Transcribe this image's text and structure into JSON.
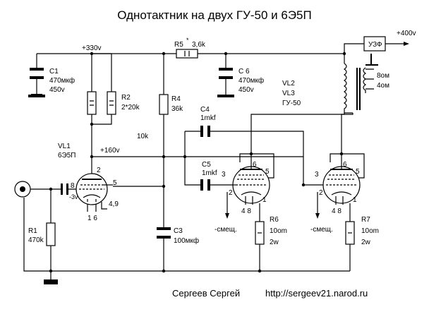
{
  "title": "Однотактник на двух ГУ-50 и 6Э5П",
  "footer": {
    "author": "Сергеев Сергей",
    "url": "http://sergeev21.narod.ru"
  },
  "rails": {
    "b330": "+330v",
    "b400": "+400v",
    "b160": "+160v",
    "bias_vl1": "-3v",
    "bias1": "-смещ.",
    "bias2": "-смещ."
  },
  "components": {
    "c1": {
      "name": "C1",
      "value": "470мкф",
      "voltage": "450v"
    },
    "c6": {
      "name": "C 6",
      "value": "470мкф",
      "voltage": "450v"
    },
    "r5": {
      "name": "R5",
      "mark": "*",
      "value": "3,6k"
    },
    "r2": {
      "name": "R2",
      "value": "2*20k"
    },
    "r4": {
      "name": "R4",
      "value": "36k"
    },
    "r10k": {
      "value": "10k"
    },
    "c4": {
      "name": "C4",
      "value": "1mkf"
    },
    "c5": {
      "name": "C5",
      "value": "1mkf"
    },
    "c3": {
      "name": "C3",
      "value": "100мкф"
    },
    "r1": {
      "name": "R1",
      "value": "470k"
    },
    "r6": {
      "name": "R6",
      "value": "10om",
      "power": "2w"
    },
    "r7": {
      "name": "R7",
      "value": "10om",
      "power": "2w"
    },
    "uzf": {
      "name": "УЗФ"
    },
    "out8": "8ом",
    "out4": "4ом",
    "vl1": {
      "name": "VL1",
      "type": "6Э5П"
    },
    "vl23": {
      "name1": "VL2",
      "name2": "VL3",
      "type": "ГУ-50"
    }
  },
  "pins": {
    "vl1_anode": "2",
    "vl1_grid": "8",
    "vl1_screen": "5",
    "vl1_heater": "1 6",
    "vl1_cathode": "4,9",
    "vl2_g3": "3",
    "vl2_top": "6",
    "vl2_g2": "5",
    "vl2_g1": "2",
    "vl2_k": "1",
    "vl2_h": "4 8",
    "vl3_g3": "3",
    "vl3_top": "6",
    "vl3_g2": "5",
    "vl3_g1": "2",
    "vl3_k": "1",
    "vl3_h": "4 8"
  }
}
